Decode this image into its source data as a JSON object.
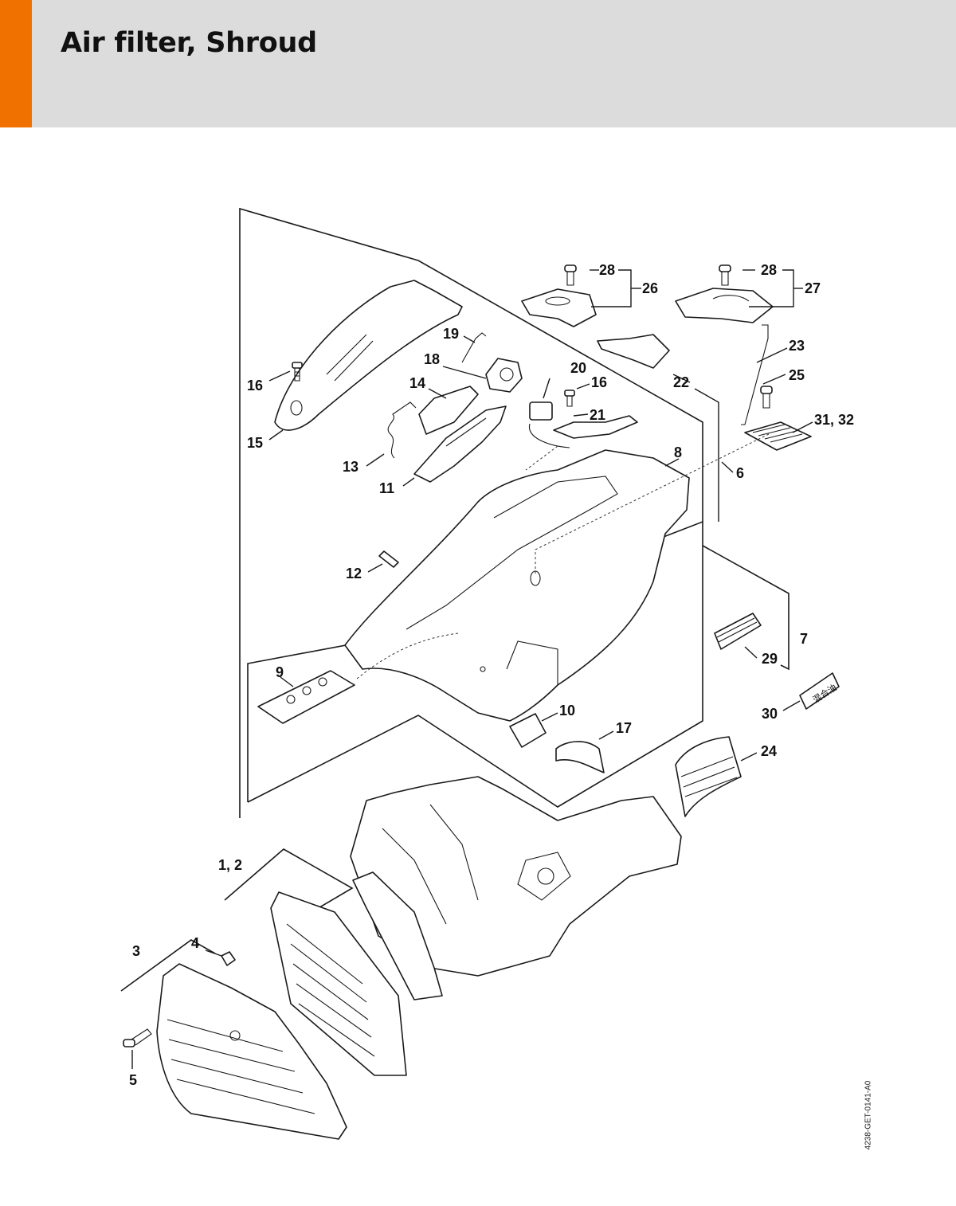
{
  "header": {
    "title": "Air filter, Shroud",
    "accent_color": "#f07000",
    "bar_color": "#dcdcdc"
  },
  "diagram": {
    "reference_code": "4238-GET-0141-A0",
    "decal_text": "混合油",
    "labels": {
      "p1_2": "1, 2",
      "p3": "3",
      "p4": "4",
      "p5": "5",
      "p6": "6",
      "p7": "7",
      "p8": "8",
      "p9": "9",
      "p10": "10",
      "p11": "11",
      "p12": "12",
      "p13": "13",
      "p14": "14",
      "p15": "15",
      "p16a": "16",
      "p16b": "16",
      "p17": "17",
      "p18": "18",
      "p19": "19",
      "p20": "20",
      "p21": "21",
      "p22": "22",
      "p23": "23",
      "p24": "24",
      "p25": "25",
      "p26": "26",
      "p27": "27",
      "p28a": "28",
      "p28b": "28",
      "p29": "29",
      "p30": "30",
      "p31_32": "31, 32"
    }
  }
}
